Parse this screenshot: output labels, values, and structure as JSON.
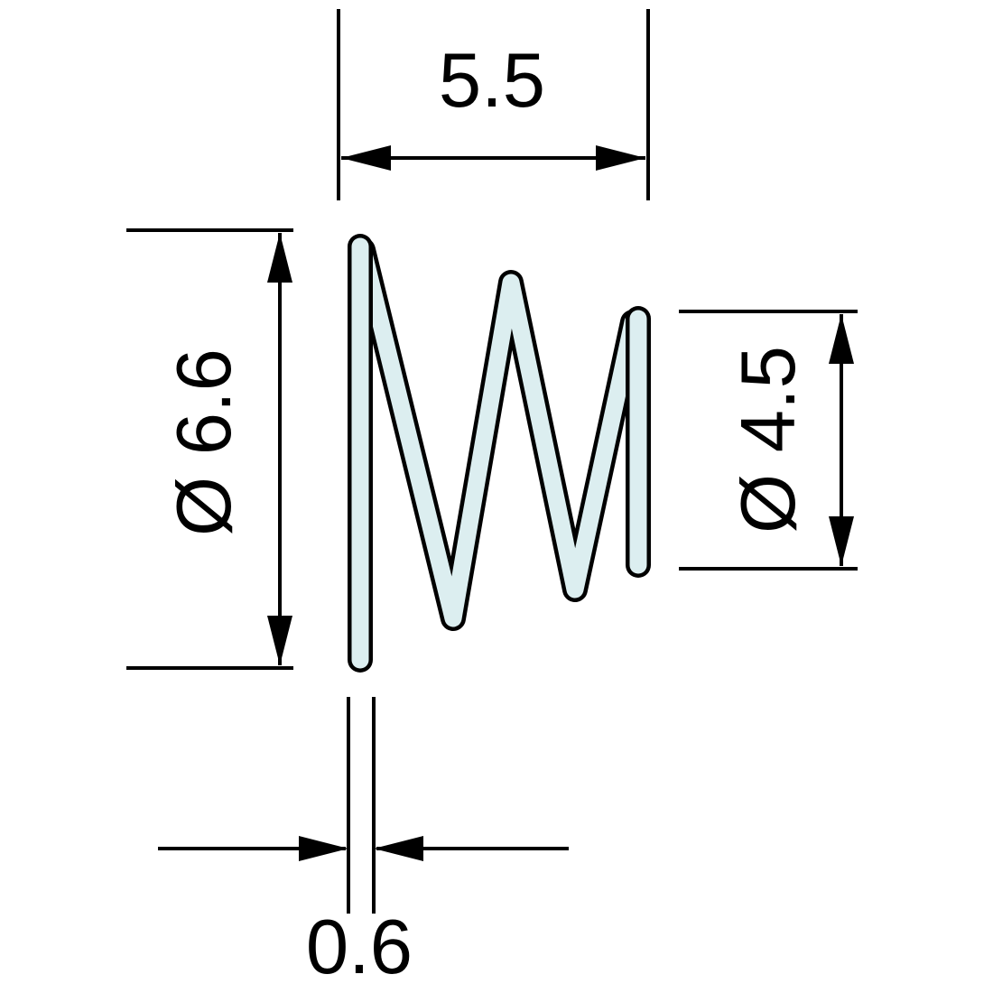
{
  "dimensions": {
    "width_top": "5.5",
    "outer_diameter": "Ø 6.6",
    "inner_diameter": "Ø 4.5",
    "wire_thickness": "0.6"
  },
  "colors": {
    "background": "#ffffff",
    "line": "#000000",
    "spring_fill": "#dceef0"
  }
}
